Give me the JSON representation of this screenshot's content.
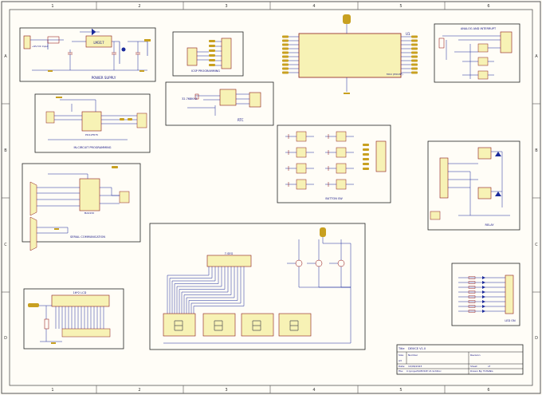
{
  "frame": {
    "col_numbers": [
      "1",
      "2",
      "3",
      "4",
      "5",
      "6"
    ],
    "row_letters": [
      "A",
      "B",
      "C",
      "D"
    ]
  },
  "blocks": {
    "power": {
      "title": "POWER SUPPLY",
      "regulator": "LM317",
      "connector": "+9V DC Input"
    },
    "icsp": {
      "title": "ICSP PROGRAMMING"
    },
    "mcu": {
      "title": "MCU (PIC18F)",
      "ref": "U1"
    },
    "analog": {
      "title": "ANALOG AND INTERRUPT"
    },
    "rtc": {
      "title": "RTC",
      "crystal": "32.768KHZ"
    },
    "incircuit": {
      "title": "IN-CIRCUIT PROGRAMMING",
      "ic": "PIC12F675"
    },
    "buttons": {
      "title": "BUTTON SW"
    },
    "serial": {
      "title": "SERIAL COMMUNICATION",
      "ic": "MAX232"
    },
    "relay": {
      "title": "RELAY"
    },
    "seg": {
      "title": "7-SEG"
    },
    "lcd": {
      "title": "16*2 LCD"
    },
    "leds": {
      "title": "LED ON"
    }
  },
  "title_block": {
    "title_label": "Title",
    "title_value": "DEVICE V1.0",
    "size_label": "Size",
    "size_value": "A3",
    "number_label": "Number",
    "revision_label": "Revision",
    "date_label": "Date:",
    "date_value": "10/06/2023",
    "file_label": "File:",
    "file_value": "C:\\project\\DEVICE V1.SchDoc",
    "sheet_label": "Sheet",
    "sheet_of": "of",
    "drawn_label": "Drawn By:",
    "drawn_value": "TCHANG"
  },
  "colors": {
    "wire": "#1a2a9c",
    "component": "#8b0000",
    "ic_fill": "#f7f2b5",
    "ic_stroke": "#8b1a1a",
    "text": "#101080",
    "power_symbol": "#c8a020",
    "frame": "#555555"
  }
}
